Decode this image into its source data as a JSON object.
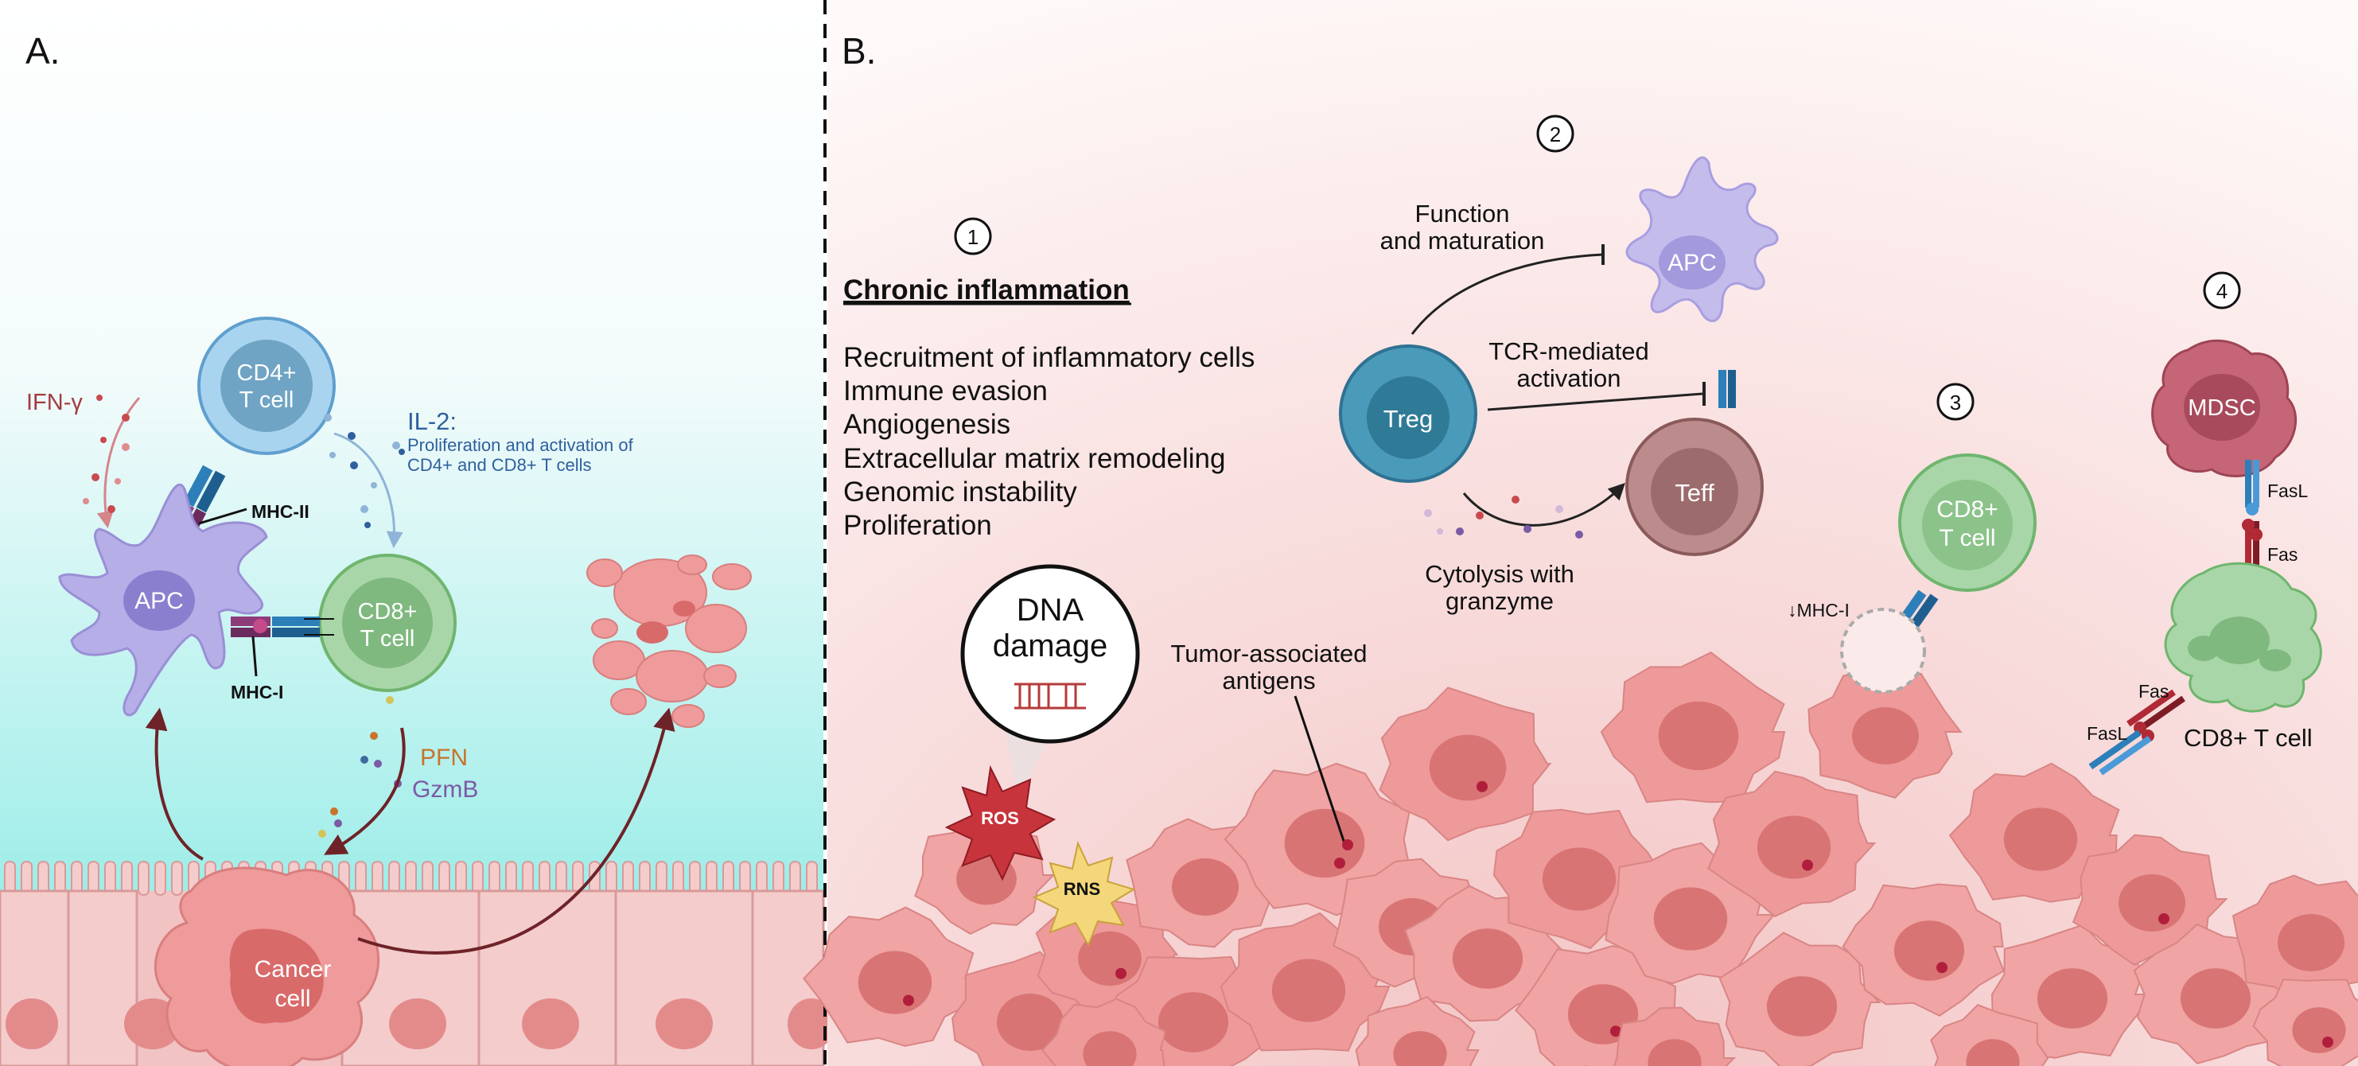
{
  "panel_a": {
    "label": "A.",
    "apc": "APC",
    "cd4": [
      "CD4+",
      "T cell"
    ],
    "cd8": [
      "CD8+",
      "T cell"
    ],
    "mhc_ii": "MHC-II",
    "mhc_i": "MHC-I",
    "ifn": "IFN-γ",
    "il2_title": "IL-2:",
    "il2_desc": [
      "Proliferation and activation of",
      "CD4+ and CD8+ T cells"
    ],
    "pfn": "PFN",
    "gzmb": "GzmB",
    "cancer": [
      "Cancer",
      "cell"
    ]
  },
  "panel_b": {
    "label": "B.",
    "step1": "1",
    "step2": "2",
    "step3": "3",
    "step4": "4",
    "chronic_title": "Chronic inflammation",
    "chronic_items": [
      "Recruitment of inflammatory cells",
      "Immune evasion",
      "Angiogenesis",
      "Extracellular matrix remodeling",
      "Genomic instability",
      "Proliferation"
    ],
    "dna": [
      "DNA",
      "damage"
    ],
    "ros": "ROS",
    "rns": "RNS",
    "tumor_antigens": [
      "Tumor-associated",
      "antigens"
    ],
    "function_maturation": [
      "Function",
      "and maturation"
    ],
    "apc": "APC",
    "treg": "Treg",
    "tcr": [
      "TCR-mediated",
      "activation"
    ],
    "teff": "Teff",
    "cytolysis": [
      "Cytolysis with",
      "granzyme"
    ],
    "cd8": [
      "CD8+",
      "T cell"
    ],
    "mhc_i_down": "↓MHC-I",
    "mdsc": "MDSC",
    "fasl": "FasL",
    "fas": "Fas",
    "cd8_label": "CD8+ T cell"
  },
  "colors": {
    "apc": "#b6aee6",
    "cd4": "#a9d4ef",
    "cd8": "#a9d6a8",
    "cancer": "#ef9b9b",
    "treg": "#3e8fae",
    "teff": "#bc8b8b",
    "mdsc": "#c56576",
    "arrow": "#6e2328",
    "il2": "#2f5f9e",
    "ifn": "#a33b40",
    "pfn": "#c8742c",
    "gzmb": "#7b5aa6"
  }
}
